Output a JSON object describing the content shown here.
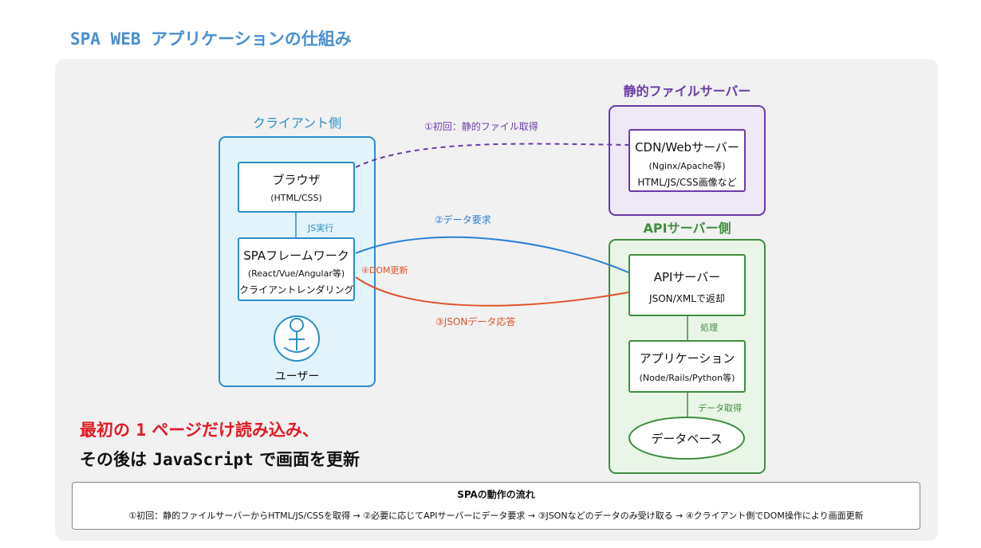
{
  "title": "SPA WEB アプリケーションの仕組み",
  "client": {
    "label": "クライアント側",
    "browser": {
      "main": "ブラウザ",
      "sub": "(HTML/CSS)"
    },
    "js_label": "JS実行",
    "spa": {
      "main": "SPAフレームワーク",
      "sub": "(React/Vue/Angular等)",
      "sub2": "クライアントレンダリング"
    },
    "user_label": "ユーザー"
  },
  "static": {
    "label": "静的ファイルサーバー",
    "cdn": {
      "main": "CDN/Webサーバー",
      "sub": "(Nginx/Apache等)",
      "sub2": "HTML/JS/CSS画像など"
    }
  },
  "api": {
    "label": "APIサーバー側",
    "server": {
      "main": "APIサーバー",
      "sub": "JSON/XMLで返却"
    },
    "process_label": "処理",
    "app": {
      "main": "アプリケーション",
      "sub": "(Node/Rails/Python等)"
    },
    "fetch_label": "データ取得",
    "db": "データベース"
  },
  "edges": {
    "e1": "①初回：静的ファイル取得",
    "e2": "②データ要求",
    "e3": "③JSONデータ応答",
    "e4": "④DOM更新"
  },
  "message": {
    "line1_a": "最初の",
    "line1_num": "1",
    "line1_b": "ページだけ読み込み、",
    "line2_a": "その後は",
    "line2_code": "JavaScript",
    "line2_b": "で画面を更新"
  },
  "flow": {
    "title": "SPAの動作の流れ",
    "text": "①初回：静的ファイルサーバーからHTML/JS/CSSを取得 → ②必要に応じてAPIサーバーにデータ要求 → ③JSONなどのデータのみ受け取る → ④クライアント側でDOM操作により画面更新"
  },
  "colors": {
    "title": "#4a8fcf",
    "client": "#2b8fc7",
    "static": "#6a3aa8",
    "api": "#3e8e3e",
    "request": "#2a7fd4",
    "response": "#e0532b",
    "emphasis": "#e01b24"
  }
}
